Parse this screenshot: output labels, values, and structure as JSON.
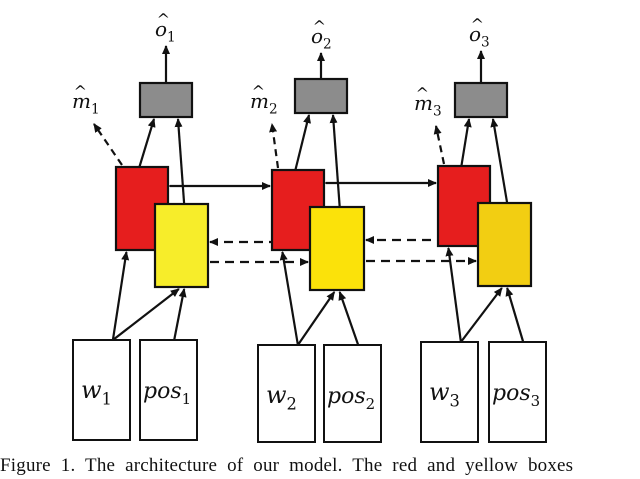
{
  "colors": {
    "red": "#e61e1e",
    "yellow": "#f7e61e",
    "gray": "#8c8c8c",
    "line": "#111111"
  },
  "columns": [
    {
      "output": {
        "base": "o",
        "sub": "1"
      },
      "memory": {
        "base": "m",
        "sub": "1"
      },
      "word": {
        "base": "w",
        "sub": "1"
      },
      "pos": {
        "base": "pos",
        "sub": "1"
      },
      "yellow_color": "#f7ed2a"
    },
    {
      "output": {
        "base": "o",
        "sub": "2"
      },
      "memory": {
        "base": "m",
        "sub": "2"
      },
      "word": {
        "base": "w",
        "sub": "2"
      },
      "pos": {
        "base": "pos",
        "sub": "2"
      },
      "yellow_color": "#fbe20a"
    },
    {
      "output": {
        "base": "o",
        "sub": "3"
      },
      "memory": {
        "base": "m",
        "sub": "3"
      },
      "word": {
        "base": "w",
        "sub": "3"
      },
      "pos": {
        "base": "pos",
        "sub": "3"
      },
      "yellow_color": "#f2ce12"
    }
  ],
  "caption": "Figure 1. The architecture of our model. The red and yellow boxes"
}
